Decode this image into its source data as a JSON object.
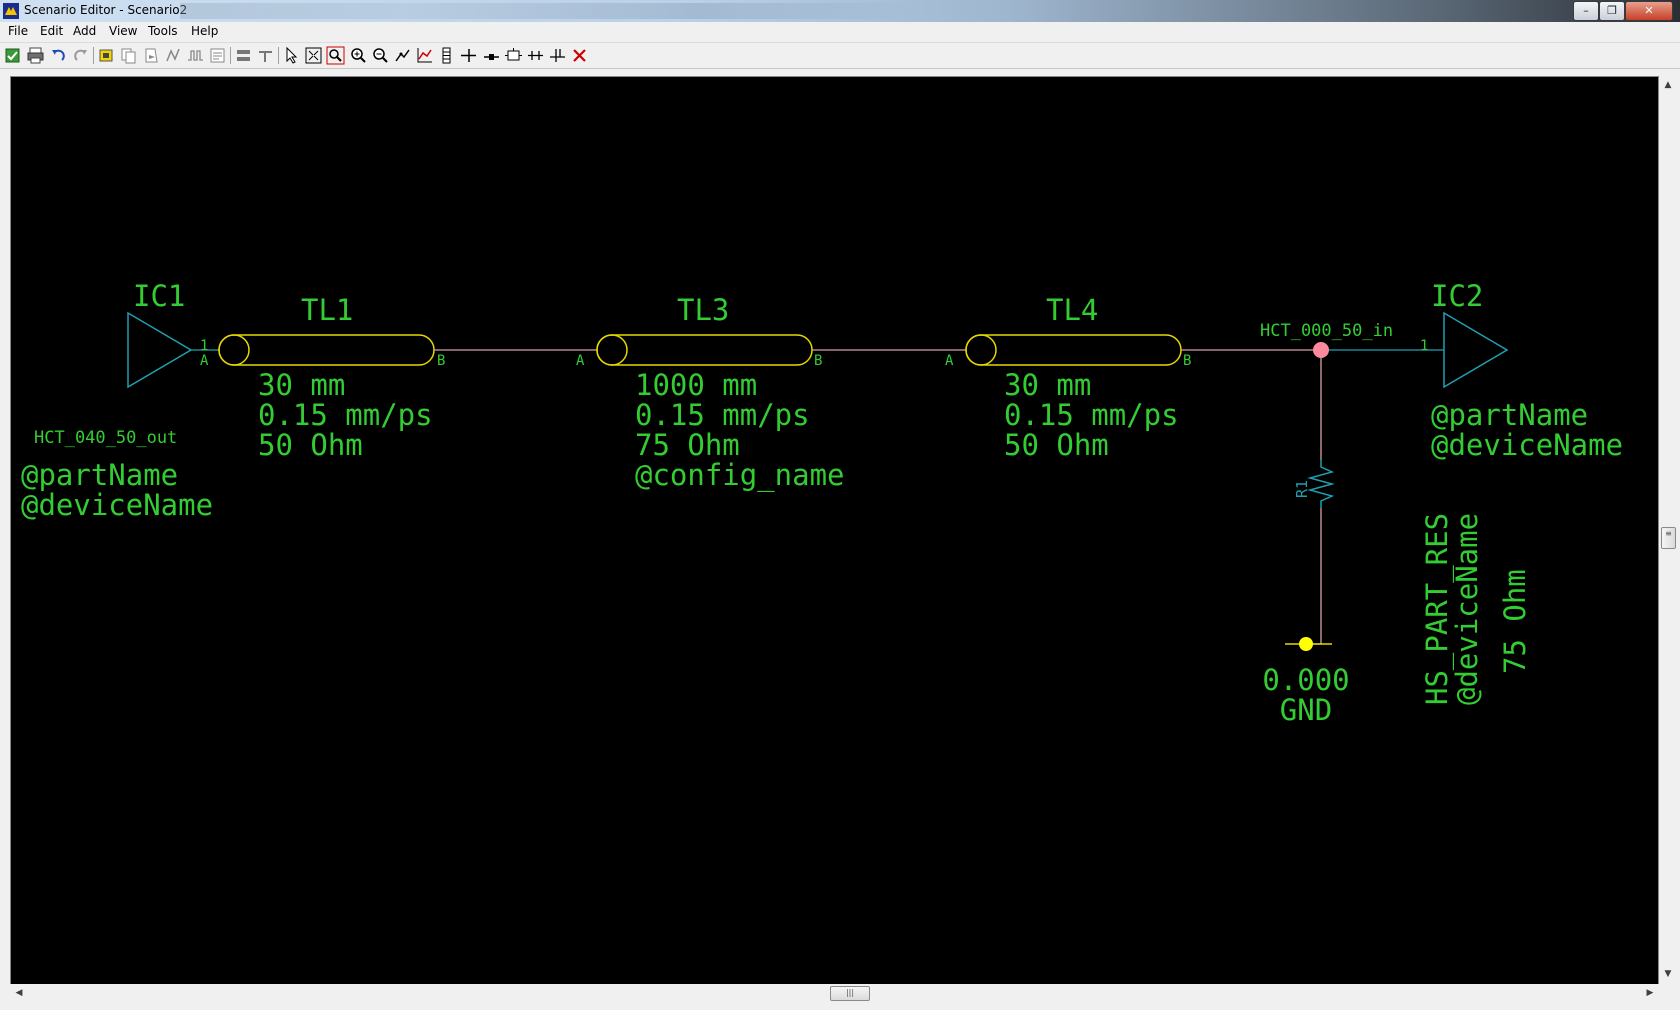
{
  "window": {
    "title": "Scenario Editor - Scenario2",
    "controls": {
      "minimize": "–",
      "maximize": "❐",
      "close": "✕"
    }
  },
  "menu": {
    "items": [
      "File",
      "Edit",
      "Add",
      "View",
      "Tools",
      "Help"
    ]
  },
  "toolbar": {
    "icons": [
      "save-icon",
      "print-icon",
      "undo-icon",
      "redo-icon",
      "add-part-icon",
      "copy-icon",
      "paste-icon",
      "analog-icon",
      "waveform-icon",
      "properties-icon",
      "align-icon",
      "place-icon",
      "select-icon",
      "zoom-fit-icon",
      "zoom-area-icon",
      "zoom-in-icon",
      "zoom-out-icon",
      "wire-icon",
      "plot-icon",
      "bus-icon",
      "stub-icon",
      "terminate-icon",
      "probe-icon",
      "split-icon",
      "join-icon",
      "branch-icon",
      "delete-icon"
    ]
  },
  "schematic": {
    "colors": {
      "background": "#000000",
      "text": "#33cc33",
      "tline": "#e6d800",
      "driver": "#1f9fb0",
      "wire": "#d8a0a8",
      "node": "#ff8aa0",
      "ground": "#ffff00",
      "resistor": "#1f9fb0"
    },
    "ic1": {
      "ref": "IC1",
      "pin": "1",
      "net": "HCT_040_50_out",
      "part": "@partName",
      "device": "@deviceName"
    },
    "tl1": {
      "ref": "TL1",
      "pin_a": "A",
      "pin_b": "B",
      "length": "30 mm",
      "velocity": "0.15 mm/ps",
      "impedance": "50 Ohm"
    },
    "tl3": {
      "ref": "TL3",
      "pin_a": "A",
      "pin_b": "B",
      "length": "1000 mm",
      "velocity": "0.15 mm/ps",
      "impedance": "75 Ohm",
      "config": "@config_name"
    },
    "tl4": {
      "ref": "TL4",
      "pin_a": "A",
      "pin_b": "B",
      "length": "30 mm",
      "velocity": "0.15 mm/ps",
      "impedance": "50 Ohm"
    },
    "ic2": {
      "ref": "IC2",
      "pin": "1",
      "net": "HCT_000_50_in",
      "part": "@partName",
      "device": "@deviceName"
    },
    "r1": {
      "ref": "R1",
      "part": "HS_PART_RES",
      "device": "@deviceName",
      "value": "75 Ohm"
    },
    "gnd": {
      "voltage": "0.000",
      "label": "GND"
    }
  },
  "scrollbars": {
    "up": "▲",
    "down": "▼",
    "left": "◀",
    "right": "▶",
    "grip": "≡",
    "hgrip": "|||"
  }
}
